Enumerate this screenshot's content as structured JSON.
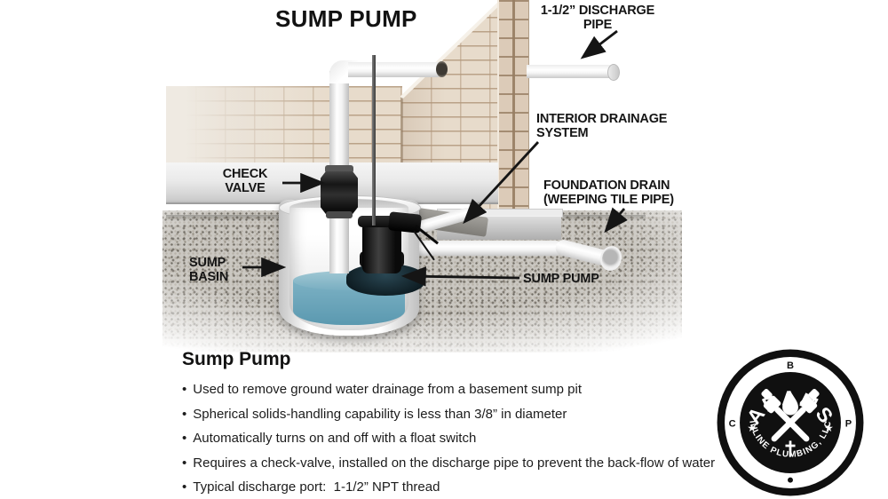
{
  "title": "SUMP PUMP",
  "diagram_labels": {
    "discharge_pipe_l1": "1-1/2” DISCHARGE",
    "discharge_pipe_l2": "PIPE",
    "interior_drainage_l1": "INTERIOR DRAINAGE",
    "interior_drainage_l2": "SYSTEM",
    "foundation_drain_l1": "FOUNDATION DRAIN",
    "foundation_drain_l2": "(WEEPING TILE PIPE)",
    "check_valve_l1": "CHECK",
    "check_valve_l2": "VALVE",
    "sump_basin_l1": "SUMP",
    "sump_basin_l2": "BASIN",
    "sump_pump": "SUMP PUMP"
  },
  "info": {
    "heading": "Sump Pump",
    "bullet_char": "•",
    "bullets": [
      "Used to remove ground water drainage from a basement sump pit",
      "Spherical solids-handling capability is less than 3/8” in diameter",
      "Automatically turns on and off with a float switch",
      "Requires a check-valve, installed on the discharge pipe to prevent the back-flow of water",
      "Typical discharge port:  1-1/2” NPT thread"
    ]
  },
  "logo": {
    "arc_top": "ADAMS",
    "arc_bottom": "INLINE PLUMBING, LLC",
    "ring_letter_top": "B",
    "ring_letter_left": "C",
    "ring_letter_right": "P",
    "star": "★"
  },
  "colors": {
    "ink": "#141414",
    "brick": "#e4d7c7",
    "mortar": "#b9a48c",
    "water": "#6fa9bf",
    "gravel": "#c9c6c0",
    "pipe_white": "#f7f7f7",
    "badge_black": "#101010"
  }
}
